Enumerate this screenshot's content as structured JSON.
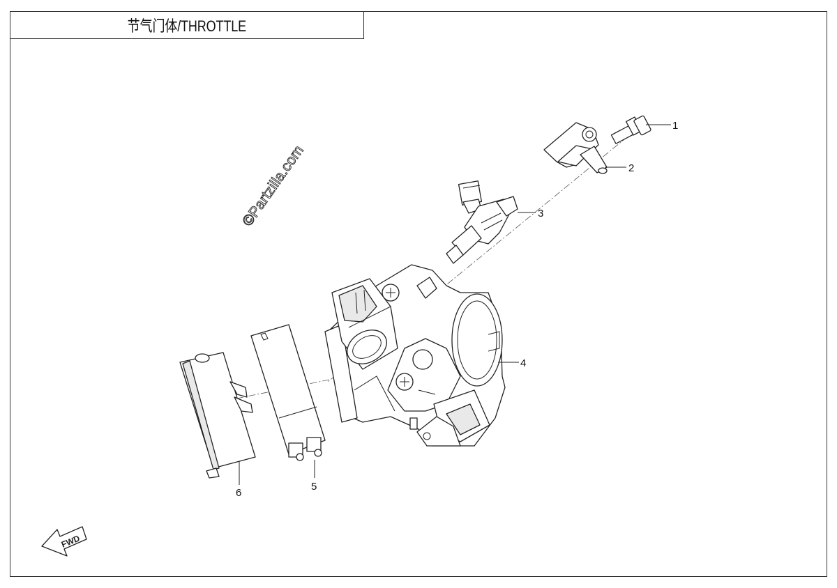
{
  "title": "节气门体/THROTTLE",
  "watermark": "©Partzilla.com",
  "direction_label": "FWD",
  "callouts": [
    {
      "id": "1",
      "label": "1"
    },
    {
      "id": "2",
      "label": "2"
    },
    {
      "id": "3",
      "label": "3"
    },
    {
      "id": "4",
      "label": "4"
    },
    {
      "id": "5",
      "label": "5"
    },
    {
      "id": "6",
      "label": "6"
    }
  ]
}
